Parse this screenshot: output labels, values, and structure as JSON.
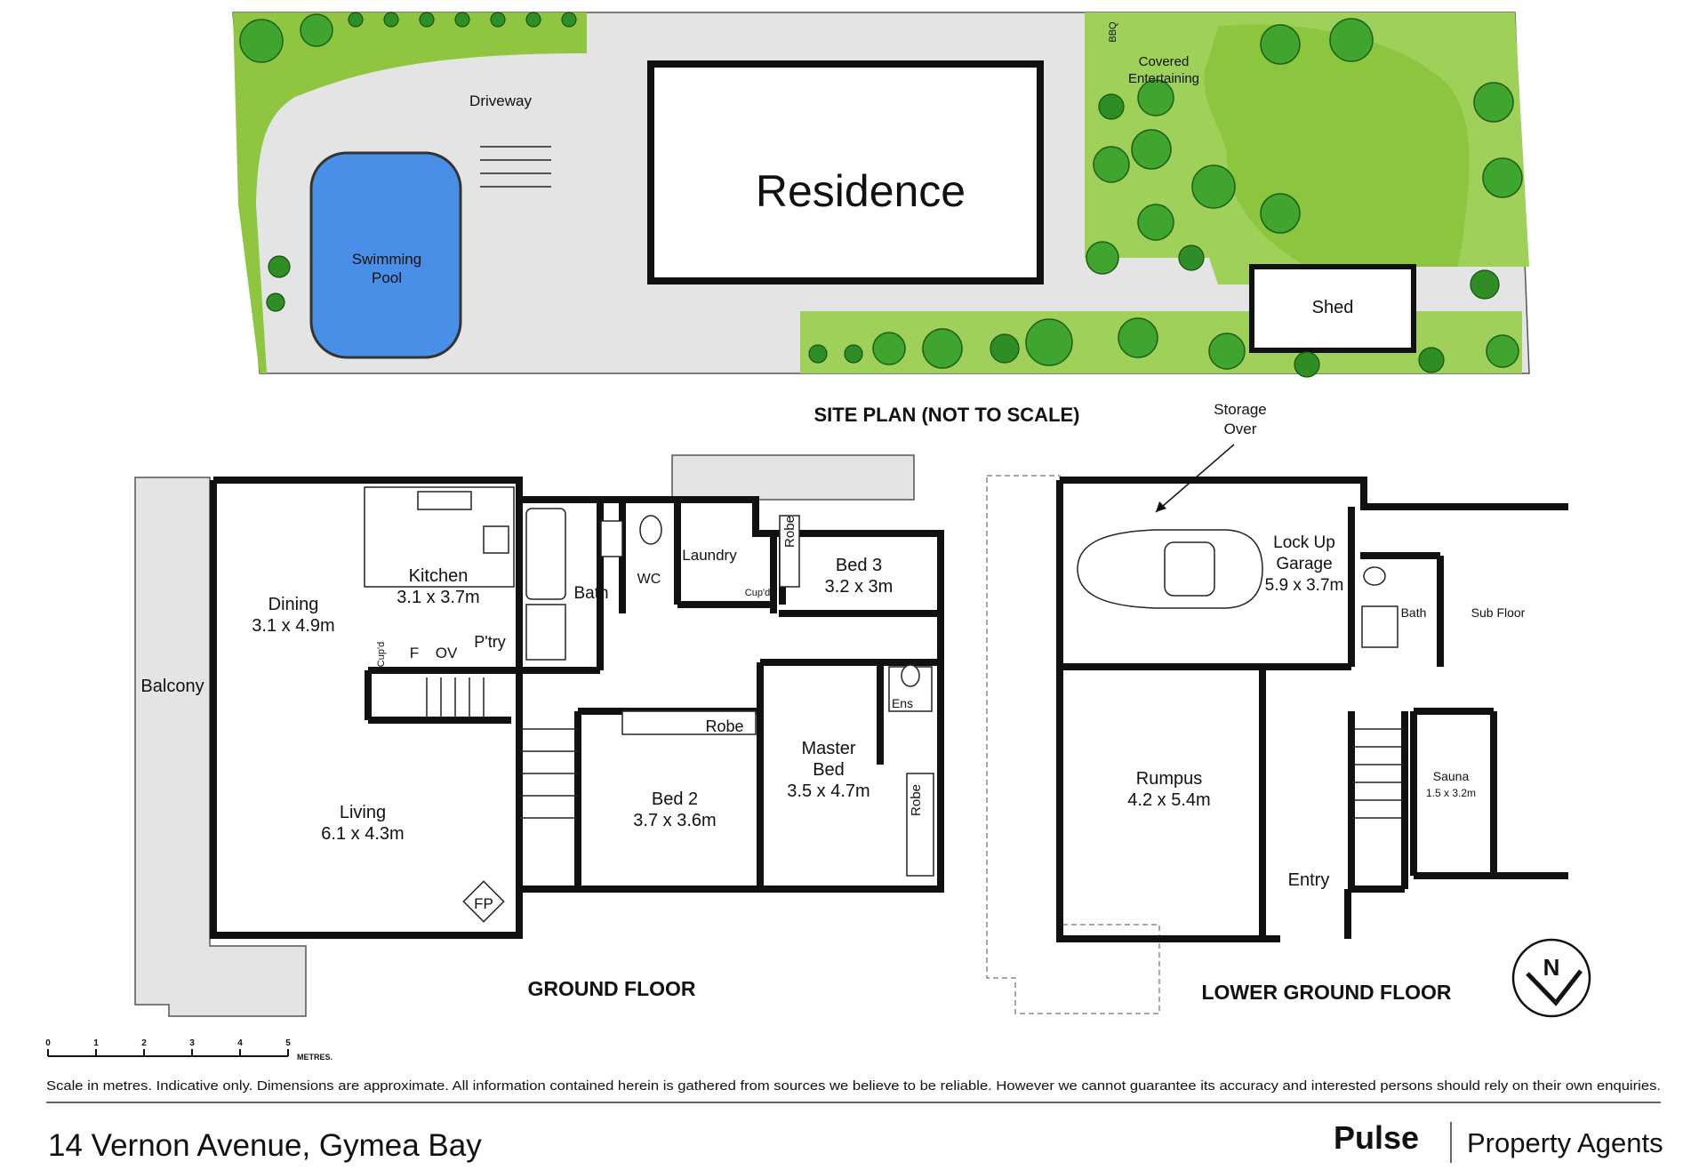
{
  "site_plan": {
    "title": "SITE PLAN (NOT TO SCALE)",
    "driveway": "Driveway",
    "pool_line1": "Swimming",
    "pool_line2": "Pool",
    "residence": "Residence",
    "covered_line1": "Covered",
    "covered_line2": "Entertaining",
    "bbq": "BBQ",
    "shed": "Shed"
  },
  "ground_floor": {
    "title": "GROUND FLOOR",
    "dining": "Dining",
    "dining_size": "3.1 x 4.9m",
    "kitchen": "Kitchen",
    "kitchen_size": "3.1 x 3.7m",
    "cupd": "Cup'd",
    "fridge": "F",
    "oven": "OV",
    "pantry": "P'try",
    "bath": "Bath",
    "wc": "WC",
    "laundry": "Laundry",
    "robe": "Robe",
    "bed3": "Bed 3",
    "bed3_size": "3.2 x 3m",
    "balcony": "Balcony",
    "master_line1": "Master",
    "master_line2": "Bed",
    "master_size": "3.5 x 4.7m",
    "ensuite": "Ens",
    "bed2": "Bed 2",
    "bed2_size": "3.7 x 3.6m",
    "living": "Living",
    "living_size": "6.1 x 4.3m",
    "fireplace": "FP"
  },
  "lower_ground_floor": {
    "title": "LOWER GROUND FLOOR",
    "storage_line1": "Storage",
    "storage_line2": "Over",
    "garage_line1": "Lock Up",
    "garage_line2": "Garage",
    "garage_size": "5.9 x 3.7m",
    "bath": "Bath",
    "sub_floor": "Sub Floor",
    "rumpus": "Rumpus",
    "rumpus_size": "4.2 x 5.4m",
    "sauna": "Sauna",
    "sauna_size": "1.5 x 3.2m",
    "entry": "Entry",
    "north": "N"
  },
  "scale": {
    "ticks": [
      "0",
      "1",
      "2",
      "3",
      "4",
      "5"
    ],
    "unit": "METRES."
  },
  "footer": {
    "disclaimer": "Scale in metres. Indicative only. Dimensions are approximate. All information contained herein is gathered from sources we believe to be reliable. However we cannot guarantee its accuracy and interested persons should rely on their own enquiries.",
    "address": "14 Vernon Avenue, Gymea Bay",
    "brand": "Pulse",
    "agency": "Property Agents"
  },
  "colors": {
    "lawn": "#8fc541",
    "plants": "#3fa52e",
    "pool": "#4a8fe7",
    "paving": "#e4e4e4",
    "walls": "#111111"
  }
}
